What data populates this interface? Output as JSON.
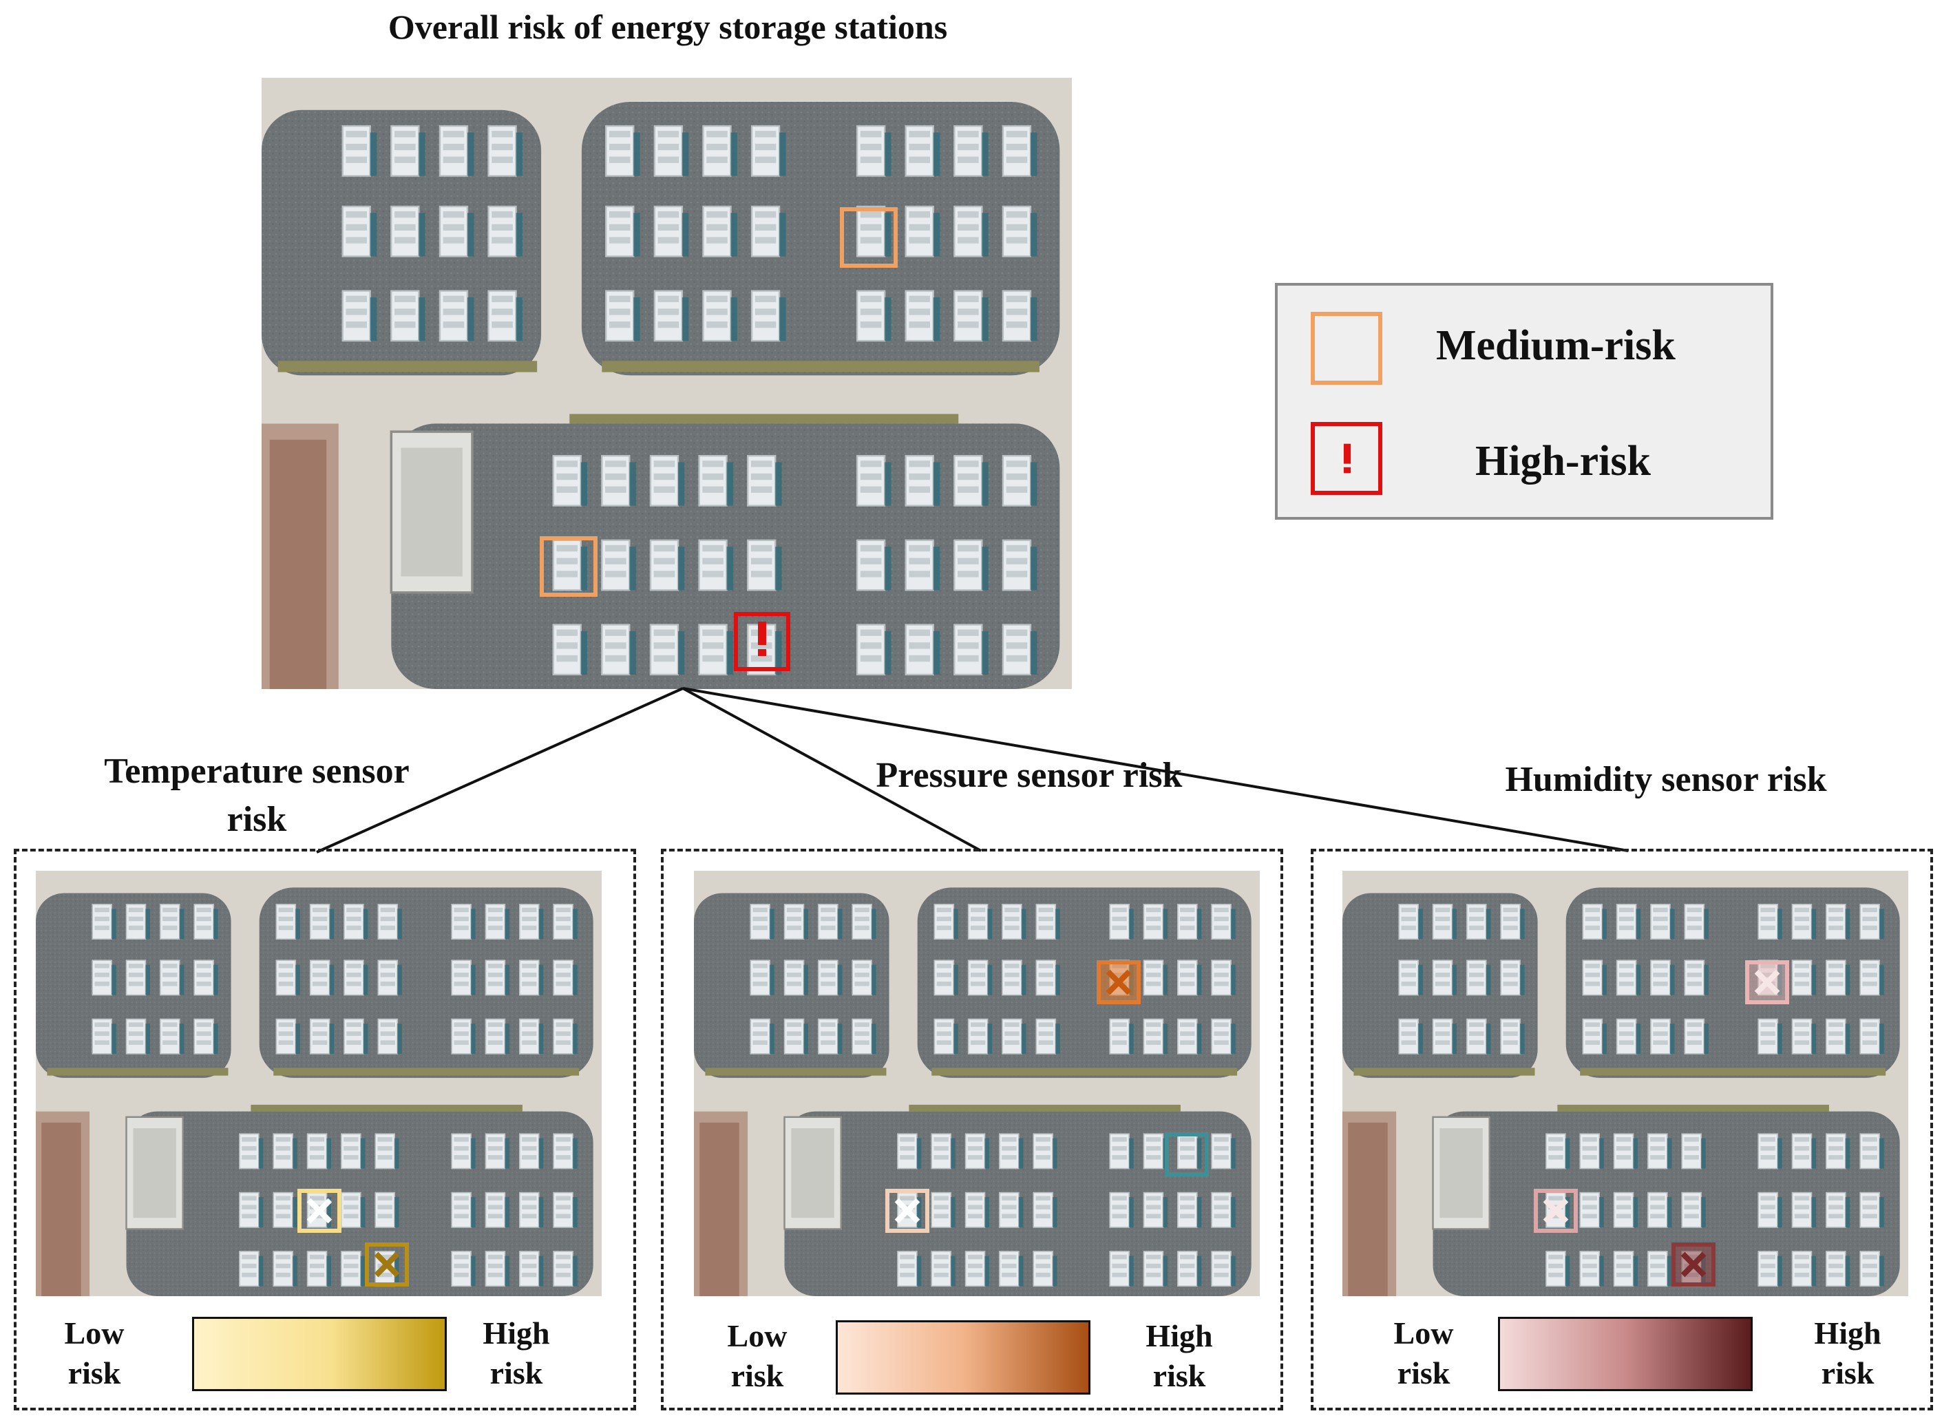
{
  "main_title": "Overall risk of energy storage stations",
  "legend": {
    "items": [
      {
        "label": "Medium-risk",
        "color": "#f0a060"
      },
      {
        "label": "High-risk",
        "symbol": "!",
        "color": "#e01010"
      }
    ]
  },
  "panels": [
    {
      "title": "Temperature sensor risk",
      "low": "Low risk",
      "high": "High risk",
      "gradient": [
        "#fff3c8",
        "#c09a10"
      ],
      "marker_colors": [
        "#f6dd8a",
        "#b89015"
      ]
    },
    {
      "title": "Pressure sensor risk",
      "low": "Low risk",
      "high": "High risk",
      "gradient": [
        "#fde6d8",
        "#a84f14"
      ],
      "marker_colors": [
        "#e8a070",
        "#f0d0b8",
        "#3e8f96"
      ]
    },
    {
      "title": "Humidity sensor risk",
      "low": "Low risk",
      "high": "High risk",
      "gradient": [
        "#f4dada",
        "#5a1c1c"
      ],
      "marker_colors": [
        "#e8b4b4",
        "#dca6a6",
        "#8a3a3a"
      ]
    }
  ],
  "icons": [
    "warning-icon",
    "x-mark-icon",
    "connector-line"
  ],
  "colors": {
    "medium": "#f0a060",
    "high": "#e01010"
  }
}
